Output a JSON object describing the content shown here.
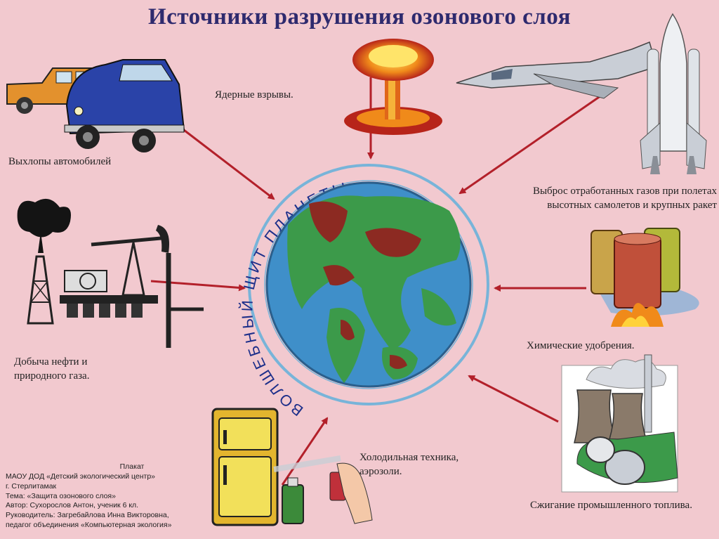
{
  "title": "Источники разрушения озонового слоя",
  "ring_text": "ВОЛШЕБНЫЙ ЩИТ ПЛАНЕТЫ",
  "sources": {
    "cars": "Выхлопы автомобилей",
    "nuclear": "Ядерные взрывы.",
    "aircraft_line1": "Выброс отработанных газов при полетах",
    "aircraft_line2": "высотных самолетов и крупных ракет",
    "oil_line1": "Добыча нефти и",
    "oil_line2": "природного газа.",
    "chemicals": "Химические удобрения.",
    "fridge_line1": "Холодильная техника,",
    "fridge_line2": "аэрозоли.",
    "industry": "Сжигание промышленного топлива."
  },
  "credits": {
    "head": "Плакат",
    "org": "МАОУ ДОД «Детский экологический центр»",
    "city": "г. Стерлитамак",
    "theme": "Тема: «Защита озонового слоя»",
    "author": "Автор: Сухорослов Антон, ученик 6 кл.",
    "supervisor": "Руководитель: Загребайлова Инна Викторовна,",
    "supervisor_role": "педагог объединения «Компьютерная экология»"
  }
}
